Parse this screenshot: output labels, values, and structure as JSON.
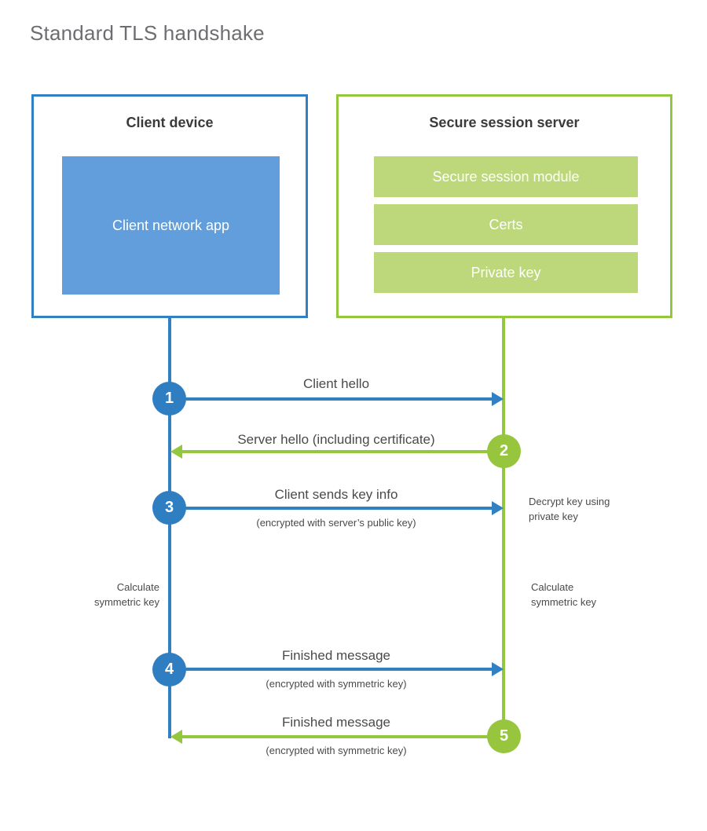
{
  "title": "Standard TLS handshake",
  "parties": {
    "client": {
      "title": "Client device",
      "app_label": "Client network app",
      "border_color": "#3180c4",
      "app_fill": "#619edb"
    },
    "server": {
      "title": "Secure session server",
      "border_color": "#93c83e",
      "bar_fill": "#bcd87b",
      "bars": [
        {
          "label": "Secure session module"
        },
        {
          "label": "Certs"
        },
        {
          "label": "Private key"
        }
      ]
    }
  },
  "steps": [
    {
      "number": "1",
      "label": "Client hello",
      "sublabel": "",
      "direction": "client-to-server",
      "color": "#2f7ec1"
    },
    {
      "number": "2",
      "label": "Server hello (including certificate)",
      "sublabel": "",
      "direction": "server-to-client",
      "color": "#97c63e"
    },
    {
      "number": "3",
      "label": "Client sends key info",
      "sublabel": "(encrypted with server’s public key)",
      "direction": "client-to-server",
      "color": "#2f7ec1"
    },
    {
      "number": "4",
      "label": "Finished message",
      "sublabel": "(encrypted with symmetric key)",
      "direction": "client-to-server",
      "color": "#2f7ec1"
    },
    {
      "number": "5",
      "label": "Finished message",
      "sublabel": "(encrypted with symmetric key)",
      "direction": "server-to-client",
      "color": "#97c63e"
    }
  ],
  "annotations": {
    "server_decrypt": "Decrypt key using\nprivate key",
    "client_calculate": "Calculate\nsymmetric key",
    "server_calculate": "Calculate\nsymmetric key"
  }
}
